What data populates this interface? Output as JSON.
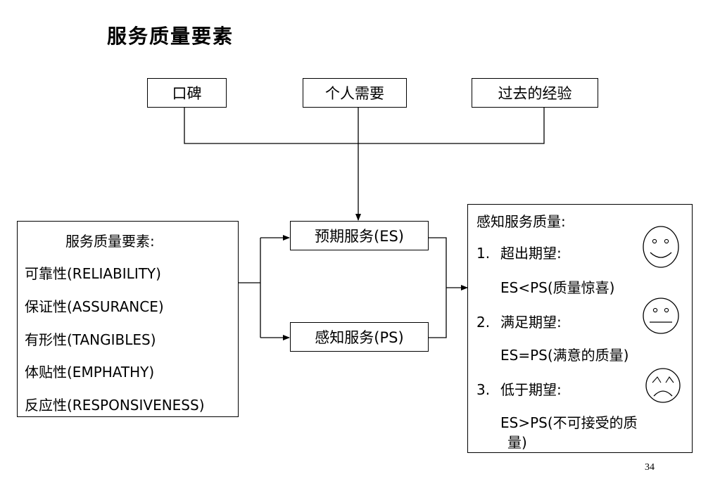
{
  "title": "服务质量要素",
  "sources": [
    "口碑",
    "个人需要",
    "过去的经验"
  ],
  "middle": {
    "expected": "预期服务(ES)",
    "perceived": "感知服务(PS)"
  },
  "elements": {
    "heading": "服务质量要素:",
    "items": [
      "可靠性(RELIABILITY)",
      "保证性(ASSURANCE)",
      "有形性(TANGIBLES)",
      "体贴性(EMPHATHY)",
      "反应性(RESPONSIVENESS)"
    ]
  },
  "quality": {
    "heading": "感知服务质量:",
    "cases": [
      {
        "num": "1.",
        "label": "超出期望:",
        "formula": "ES<PS(质量惊喜)",
        "face": "happy-face-icon"
      },
      {
        "num": "2.",
        "label": "满足期望:",
        "formula": "ES=PS(满意的质量)",
        "face": "neutral-face-icon"
      },
      {
        "num": "3.",
        "label": "低于期望:",
        "formula_line1": "ES>PS(不可接受的质",
        "formula_line2": "量)",
        "face": "sad-face-icon"
      }
    ]
  },
  "page_number": "34"
}
